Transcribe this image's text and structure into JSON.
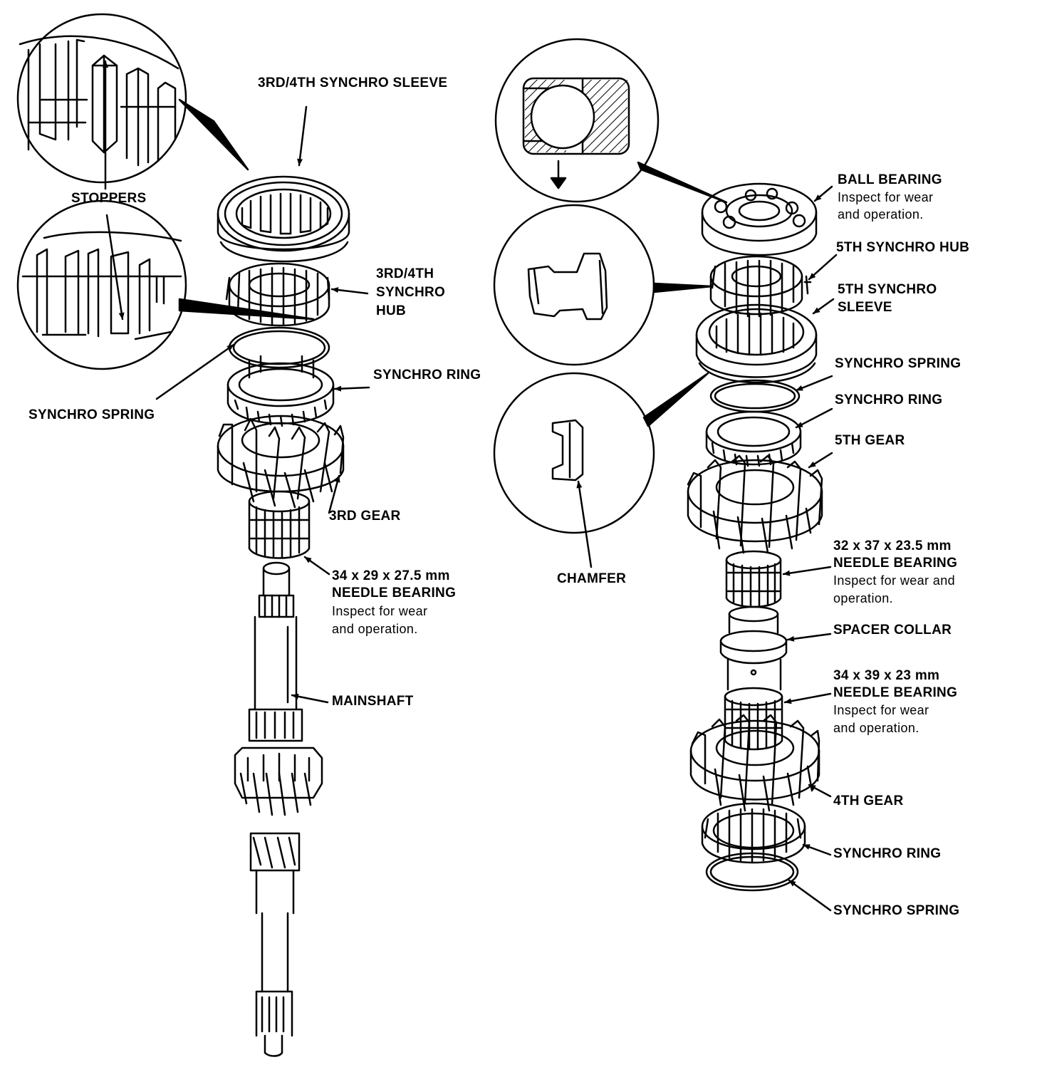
{
  "colors": {
    "ink": "#000000",
    "paper": "#ffffff"
  },
  "labels": {
    "sleeve_34": "3RD/4TH SYNCHRO SLEEVE",
    "stoppers": "STOPPERS",
    "hub_34_l1": "3RD/4TH",
    "hub_34_l2": "SYNCHRO",
    "hub_34_l3": "HUB",
    "synchro_ring_left": "SYNCHRO RING",
    "synchro_spring_left": "SYNCHRO SPRING",
    "gear_3rd": "3RD GEAR",
    "needle_left_size": "34 x 29 x 27.5 mm",
    "needle_left_name": "NEEDLE BEARING",
    "needle_left_note1": "Inspect for wear",
    "needle_left_note2": "and operation.",
    "mainshaft": "MAINSHAFT",
    "chamfer": "CHAMFER",
    "ball_bearing": "BALL BEARING",
    "ball_note1": "Inspect for wear",
    "ball_note2": "and operation.",
    "hub_5th": "5TH SYNCHRO HUB",
    "sleeve_5th_l1": "5TH SYNCHRO",
    "sleeve_5th_l2": "SLEEVE",
    "synchro_spring_r1": "SYNCHRO SPRING",
    "synchro_ring_r1": "SYNCHRO RING",
    "gear_5th": "5TH GEAR",
    "needle_r1_size": "32 x 37 x 23.5 mm",
    "needle_r1_name": "NEEDLE BEARING",
    "needle_r1_note1": "Inspect for wear and",
    "needle_r1_note2": "operation.",
    "spacer_collar": "SPACER COLLAR",
    "needle_r2_size": "34 x 39 x 23 mm",
    "needle_r2_name": "NEEDLE BEARING",
    "needle_r2_note1": "Inspect for wear",
    "needle_r2_note2": "and operation.",
    "gear_4th": "4TH GEAR",
    "synchro_ring_r2": "SYNCHRO RING",
    "synchro_spring_r2": "SYNCHRO SPRING"
  }
}
